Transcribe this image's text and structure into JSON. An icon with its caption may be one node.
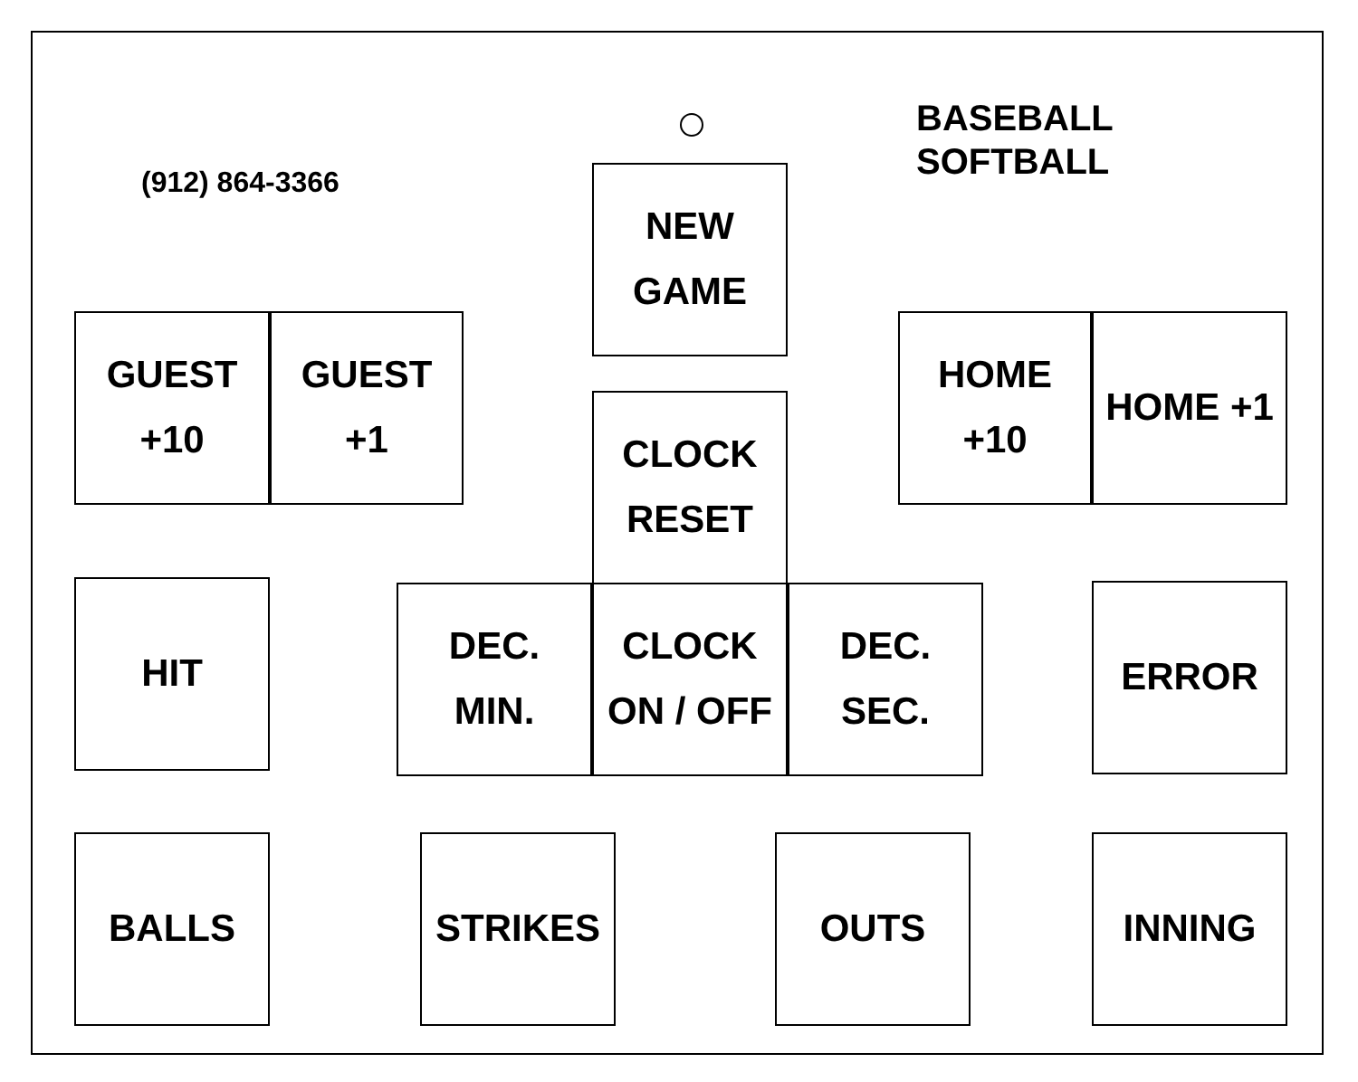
{
  "diagram": {
    "nodes": [
      {
        "text": [
          "NEW GAME"
        ]
      },
      {
        "text": [
          "GUEST +10"
        ]
      },
      {
        "text": [
          "GUEST +1"
        ]
      },
      {
        "text": [
          "HOME +10"
        ]
      },
      {
        "text": [
          "HOME +1"
        ]
      },
      {
        "text": [
          "CLOCK RESET"
        ]
      },
      {
        "text": [
          "HIT"
        ]
      },
      {
        "text": [
          "DEC. MIN."
        ]
      },
      {
        "text": [
          "CLOCK ON / OFF"
        ]
      },
      {
        "text": [
          "DEC. SEC."
        ]
      },
      {
        "text": [
          "ERROR"
        ]
      },
      {
        "text": [
          "BALLS"
        ]
      },
      {
        "text": [
          "STRIKES"
        ]
      },
      {
        "text": [
          "OUTS"
        ]
      },
      {
        "text": [
          "INNING"
        ]
      }
    ],
    "labels": [
      "(912) 864-3366",
      "BASEBALL",
      "SOFTBALL"
    ]
  }
}
